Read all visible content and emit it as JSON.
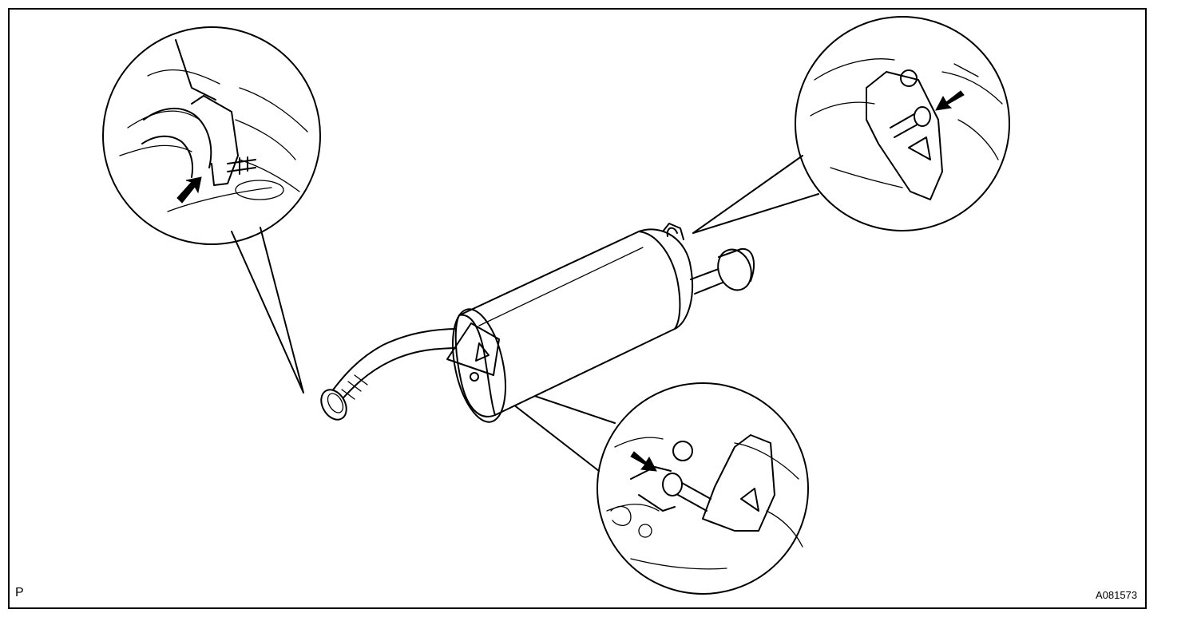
{
  "labels": {
    "corner_letter": "P",
    "figure_code": "A081573"
  },
  "callouts": [
    {
      "name": "front-clamp-detail"
    },
    {
      "name": "rear-upper-hanger-detail"
    },
    {
      "name": "rear-lower-hanger-detail"
    }
  ],
  "colors": {
    "line": "#000000",
    "background": "#ffffff"
  }
}
